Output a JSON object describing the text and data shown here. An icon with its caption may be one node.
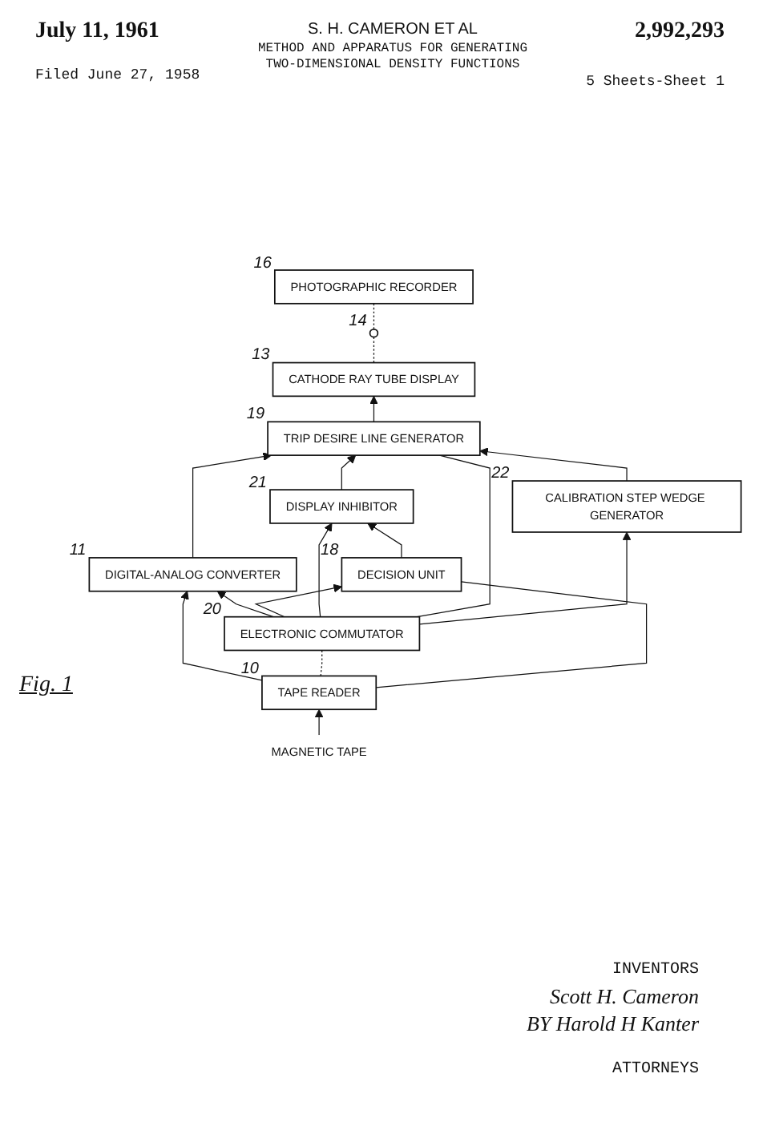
{
  "diagram": {
    "title": "METHOD AND APPARATUS FOR GENERATING TWO-DIMENSIONAL DENSITY FUNCTIONS",
    "nodes": [
      {
        "text": [
          "MAGNETIC TAPE"
        ]
      },
      {
        "text": [
          "TAPE READER"
        ],
        "beside": [
          "10"
        ]
      },
      {
        "text": [
          "DIGITAL-ANALOG CONVERTER"
        ],
        "beside": [
          "11"
        ]
      },
      {
        "text": [
          "ELECTRONIC COMMUTATOR"
        ],
        "beside": [
          "20"
        ]
      },
      {
        "text": [
          "DECISION UNIT"
        ],
        "beside": [
          "18"
        ]
      },
      {
        "text": [
          "CALIBRATION STEP WEDGE GENERATOR"
        ],
        "beside": [
          "22"
        ]
      },
      {
        "text": [
          "TRIP DESIRE LINE GENERATOR"
        ],
        "beside": [
          "19"
        ]
      },
      {
        "text": [
          "DISPLAY INHIBITOR"
        ],
        "beside": [
          "21"
        ]
      },
      {
        "text": [
          "CATHODE RAY TUBE DISPLAY"
        ],
        "beside": [
          "13"
        ]
      },
      {
        "text": [],
        "shape": "circle",
        "beside": [
          "14"
        ]
      },
      {
        "text": [
          "PHOTOGRAPHIC RECORDER"
        ],
        "beside": [
          "16"
        ]
      }
    ],
    "edges": [
      {
        "from": 0,
        "to": 1,
        "arrow": "to"
      },
      {
        "from": 1,
        "to": 2,
        "arrow": "to"
      },
      {
        "from": 1,
        "to": 3,
        "arrow": "none",
        "style": "dashed"
      },
      {
        "from": 1,
        "to": 4,
        "arrow": "none"
      },
      {
        "from": 3,
        "to": 2,
        "arrow": "to"
      },
      {
        "from": 3,
        "to": 4,
        "arrow": "to"
      },
      {
        "from": 3,
        "to": 7,
        "arrow": "to"
      },
      {
        "from": 3,
        "to": 6,
        "arrow": "none"
      },
      {
        "from": 3,
        "to": 5,
        "arrow": "to"
      },
      {
        "from": 4,
        "to": 7,
        "arrow": "to"
      },
      {
        "from": 7,
        "to": 6,
        "arrow": "to"
      },
      {
        "from": 2,
        "to": 6,
        "arrow": "to"
      },
      {
        "from": 5,
        "to": 6,
        "arrow": "to"
      },
      {
        "from": 6,
        "to": 8,
        "arrow": "to"
      },
      {
        "from": 8,
        "to": 9,
        "arrow": "none",
        "style": "dashed"
      },
      {
        "from": 9,
        "to": 10,
        "arrow": "none",
        "style": "dashed"
      }
    ],
    "labels": [
      "July 11, 1961",
      "S. H. CAMERON ET AL",
      "2,992,293",
      "Filed June 27, 1958",
      "5 Sheets-Sheet 1",
      "Fig. 1",
      "INVENTORS",
      "Scott H. Cameron",
      "BY Harold H Kanter",
      "ATTORNEYS"
    ]
  }
}
